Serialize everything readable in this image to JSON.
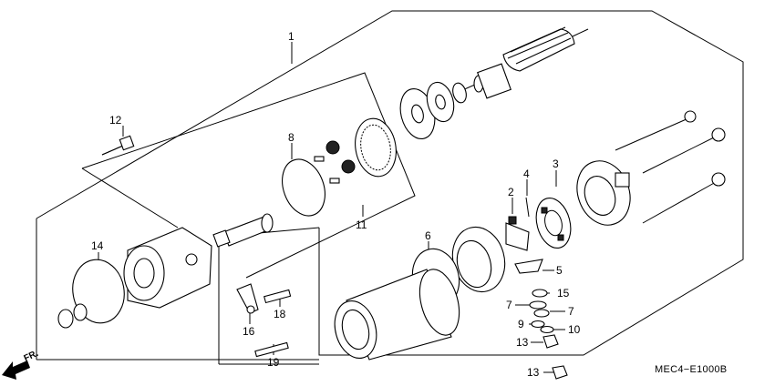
{
  "diagram": {
    "code": "MEC4−E1000B",
    "direction_label": "FR.",
    "callouts": {
      "c1": "1",
      "c2": "2",
      "c3": "3",
      "c4": "4",
      "c5": "5",
      "c6": "6",
      "c7a": "7",
      "c7b": "7",
      "c8": "8",
      "c9": "9",
      "c10": "10",
      "c11": "11",
      "c12": "12",
      "c13a": "13",
      "c13b": "13",
      "c14": "14",
      "c15": "15",
      "c16": "16",
      "c18": "18",
      "c19": "19"
    }
  }
}
